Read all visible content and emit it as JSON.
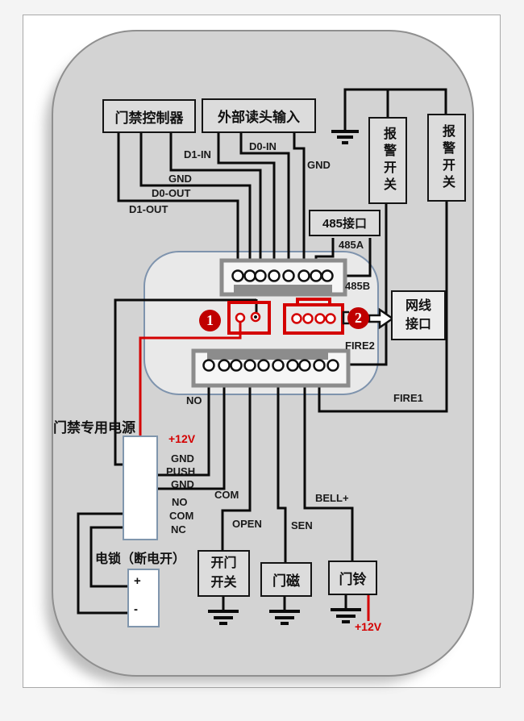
{
  "diagram": {
    "boxes": {
      "access_controller": "门禁控制器",
      "external_reader": "外部读头输入",
      "alarm_switch_1": "报警开关",
      "alarm_switch_2": "报警开关",
      "interface_485": "485接口",
      "network_interface": "网线接口",
      "power_supply_label": "门禁专用电源",
      "electric_lock_label": "电锁（断电开）",
      "lock_plus": "+",
      "lock_minus": "-",
      "exit_button": "开门开关",
      "door_contact": "门磁",
      "doorbell": "门铃"
    },
    "badges": {
      "n1": "1",
      "n2": "2"
    },
    "wire_labels": {
      "d1_in": "D1-IN",
      "d0_in": "D0-IN",
      "gnd_reader": "GND",
      "gnd_ctrl": "GND",
      "d0_out": "D0-OUT",
      "d1_out": "D1-OUT",
      "i485a": "485A",
      "i485b": "485B",
      "fire2": "FIRE2",
      "fire1": "FIRE1",
      "no_pin": "NO",
      "com_pin": "COM",
      "open": "OPEN",
      "sen": "SEN",
      "bell": "BELL+",
      "v12_top": "+12V",
      "gnd_ps1": "GND",
      "push": "PUSH",
      "gnd_ps2": "GND",
      "no_ps": "NO",
      "com_ps": "COM",
      "nc_ps": "NC",
      "v12_bottom": "+12V"
    },
    "colors": {
      "wire": "#0a0a0a",
      "highlight": "#d40000",
      "board_border": "#7e93ad"
    }
  }
}
